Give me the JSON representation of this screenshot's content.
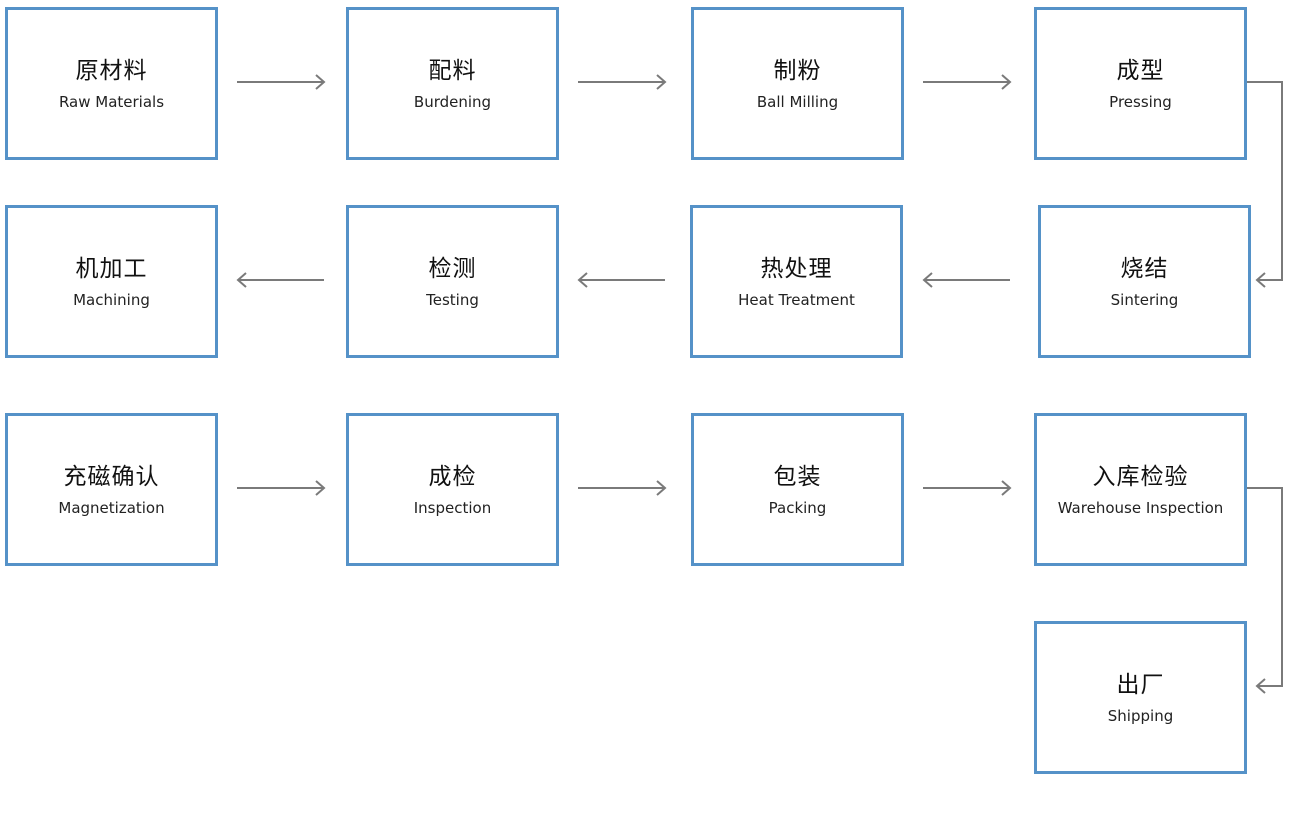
{
  "steps": [
    {
      "zh": "原材料",
      "en": "Raw Materials"
    },
    {
      "zh": "配料",
      "en": "Burdening"
    },
    {
      "zh": "制粉",
      "en": "Ball Milling"
    },
    {
      "zh": "成型",
      "en": "Pressing"
    },
    {
      "zh": "烧结",
      "en": "Sintering"
    },
    {
      "zh": "热处理",
      "en": "Heat Treatment"
    },
    {
      "zh": "检测",
      "en": "Testing"
    },
    {
      "zh": "机加工",
      "en": "Machining"
    },
    {
      "zh": "充磁确认",
      "en": "Magnetization"
    },
    {
      "zh": "成检",
      "en": "Inspection"
    },
    {
      "zh": "包装",
      "en": "Packing"
    },
    {
      "zh": "入库检验",
      "en": "Warehouse Inspection"
    },
    {
      "zh": "出厂",
      "en": "Shipping"
    }
  ],
  "colors": {
    "box_border": "#5592c8",
    "arrow": "#7a7a7a"
  }
}
